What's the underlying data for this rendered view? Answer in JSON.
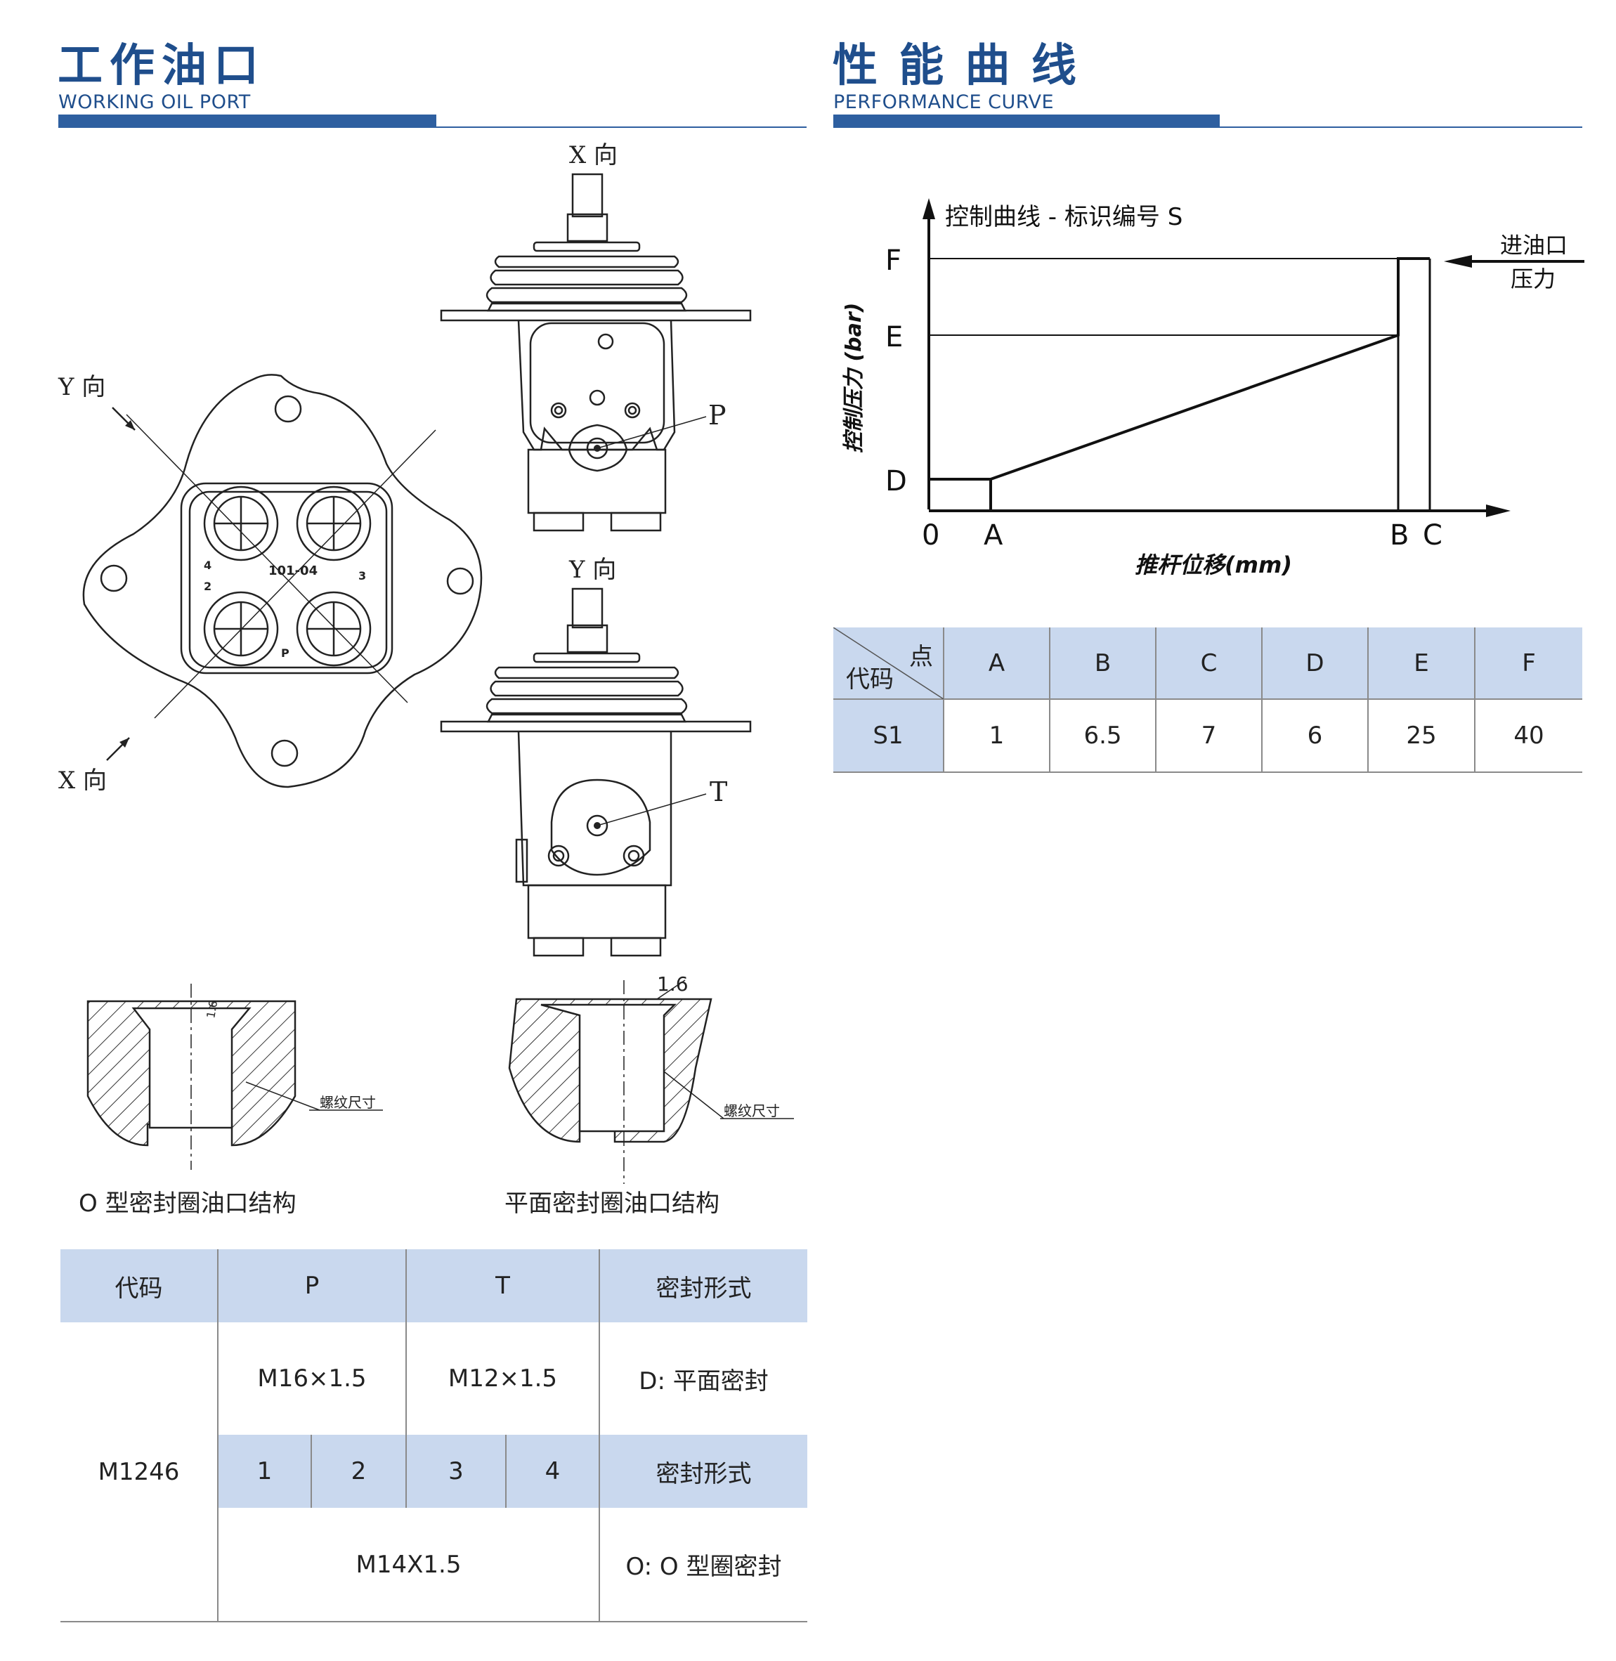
{
  "left_section": {
    "title": "工作油口",
    "subtitle": "WORKING OIL PORT"
  },
  "right_section": {
    "title": "性 能 曲 线",
    "subtitle": "PERFORMANCE CURVE"
  },
  "drawing": {
    "x_dir_label": "X 向",
    "y_dir_label": "Y 向",
    "port_p_label": "P",
    "port_t_label": "T",
    "model_label": "101-04",
    "port_numbers": [
      "4",
      "2",
      "3",
      "P"
    ],
    "roughness_label": "1.6",
    "thread_size_label": "螺纹尺寸",
    "caption_o_ring": "O 型密封圈油口结构",
    "caption_flat": "平面密封圈油口结构"
  },
  "port_table": {
    "header": {
      "code": "代码",
      "p": "P",
      "t": "T",
      "seal": "密封形式"
    },
    "code_value": "M1246",
    "row1": {
      "p": "M16×1.5",
      "t": "M12×1.5",
      "seal": "D: 平面密封"
    },
    "row2_header": {
      "c1": "1",
      "c2": "2",
      "c3": "3",
      "c4": "4",
      "seal": "密封形式"
    },
    "row3": {
      "thread": "M14X1.5",
      "seal": "O: O 型圈密封"
    }
  },
  "chart_data": {
    "type": "line",
    "title": "控制曲线 - 标识编号 S",
    "xlabel": "推杆位移(mm)",
    "ylabel": "控制压力 (bar)",
    "x_ticks": [
      "0",
      "A",
      "B",
      "C"
    ],
    "y_ticks": [
      "D",
      "E",
      "F"
    ],
    "annotation": "进油口\n压力",
    "annotation_lines": [
      "进油口",
      "压力"
    ],
    "grid": false,
    "series": [
      {
        "x": [
          "0",
          "A",
          "A",
          "B",
          "B",
          "C"
        ],
        "y": [
          "D",
          "D",
          "D",
          "E",
          "F",
          "F"
        ]
      }
    ],
    "table": {
      "corner_top": "点",
      "corner_bottom": "代码",
      "columns": [
        "A",
        "B",
        "C",
        "D",
        "E",
        "F"
      ],
      "rows": [
        {
          "code": "S1",
          "values": [
            1,
            6.5,
            7,
            6,
            25,
            40
          ]
        }
      ]
    }
  },
  "colors": {
    "brand": "#1f4e8c",
    "table_header": "#c9d8ee",
    "rule": "#2e5fa0"
  }
}
